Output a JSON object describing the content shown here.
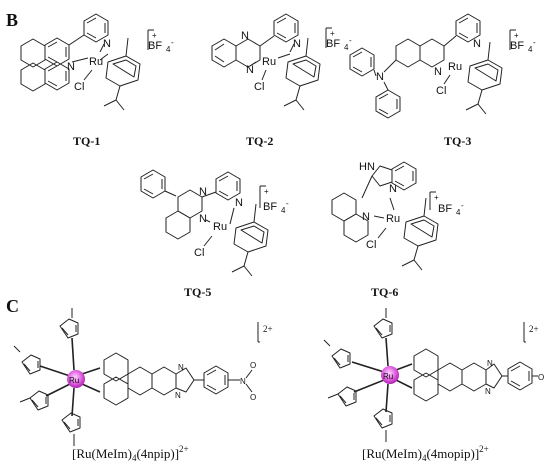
{
  "panels": {
    "b": "B",
    "c": "C"
  },
  "atoms": {
    "ru": "Ru",
    "cl": "Cl",
    "n": "N",
    "nh": "HN",
    "o": "O"
  },
  "counterion": {
    "bf": "BF",
    "sub": "4",
    "sup": "-",
    "plus": "+"
  },
  "compounds": [
    {
      "label": "TQ-1"
    },
    {
      "label": "TQ-2"
    },
    {
      "label": "TQ-3"
    },
    {
      "label": "TQ-5"
    },
    {
      "label": "TQ-6"
    }
  ],
  "complexes": [
    {
      "formula": "[Ru(MeIm)",
      "sub": "4",
      "ligand": "(4npip)]",
      "charge": "2+"
    },
    {
      "formula": "[Ru(MeIm)",
      "sub": "4",
      "ligand": "(4mopip)]",
      "charge": "2+"
    }
  ],
  "colors": {
    "ru_center": "#d13ad1",
    "ru_ring": "#ff9cff",
    "bond": "#222222"
  }
}
